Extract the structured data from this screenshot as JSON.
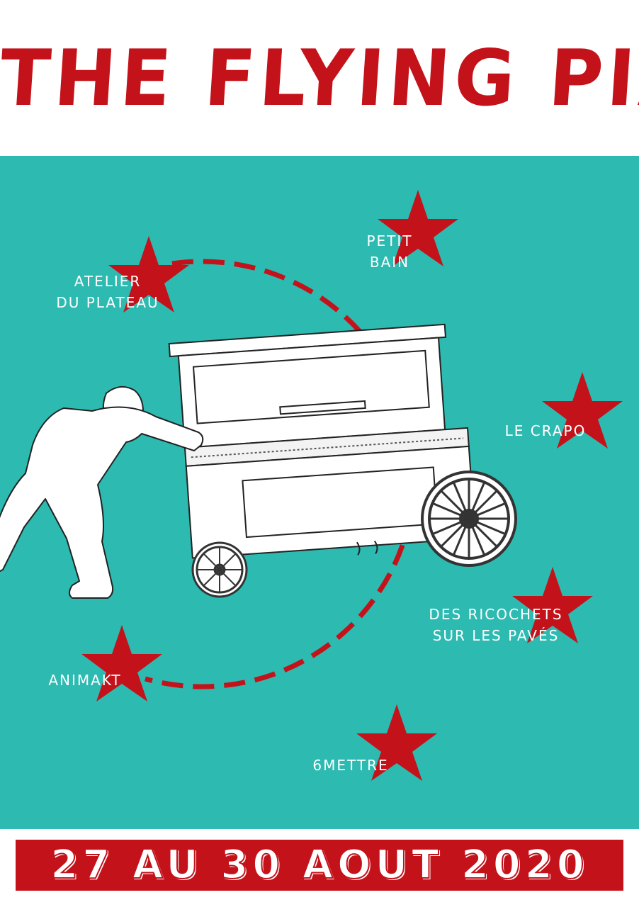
{
  "poster": {
    "title": "THE FLYING PIANO",
    "dates": "27 AU 30 AOUT 2020",
    "colors": {
      "accent": "#c4121a",
      "background": "#2cbab1",
      "text": "#ffffff"
    },
    "venues": [
      {
        "label_line1": "ATELIER",
        "label_line2": "DU PLATEAU"
      },
      {
        "label_line1": "PETIT",
        "label_line2": "BAIN"
      },
      {
        "label_line1": "LE CRAPO",
        "label_line2": ""
      },
      {
        "label_line1": "DES RICOCHETS",
        "label_line2": "SUR LES PAVÉS"
      },
      {
        "label_line1": "6METTRE",
        "label_line2": ""
      },
      {
        "label_line1": "ANIMAKT",
        "label_line2": ""
      }
    ],
    "illustration": "man-pushing-piano-on-wheels"
  }
}
